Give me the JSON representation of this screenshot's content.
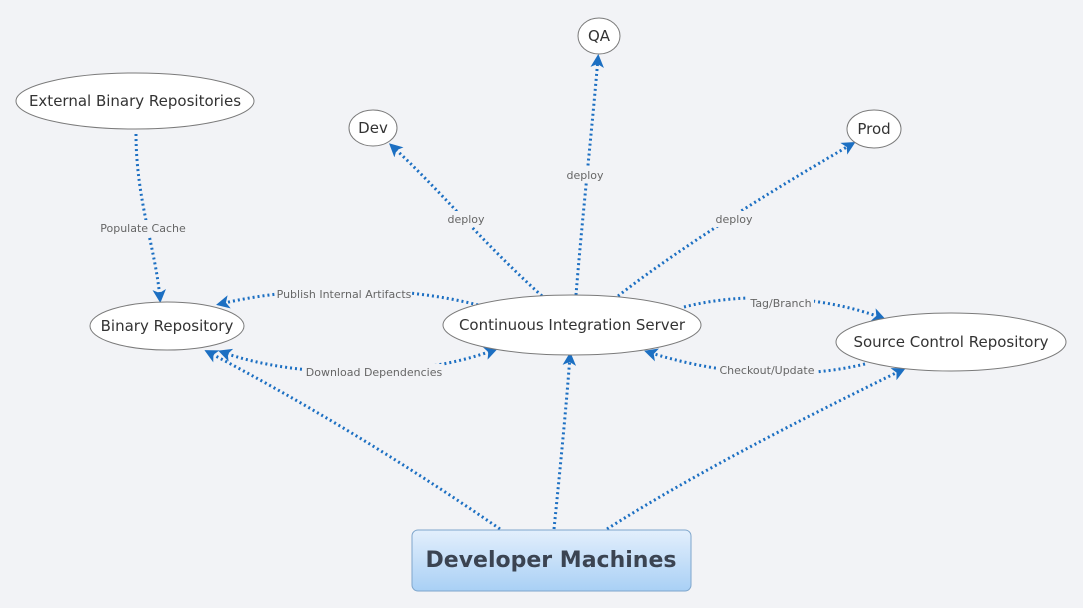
{
  "nodes": {
    "external_binary_repositories": "External Binary Repositories",
    "binary_repository": "Binary Repository",
    "dev": "Dev",
    "qa": "QA",
    "prod": "Prod",
    "continuous_integration_server": "Continuous Integration Server",
    "source_control_repository": "Source Control Repository",
    "developer_machines": "Developer Machines"
  },
  "edges": {
    "populate_cache": "Populate Cache",
    "deploy_dev": "deploy",
    "deploy_qa": "deploy",
    "deploy_prod": "deploy",
    "publish_internal_artifacts": "Publish Internal Artifacts",
    "download_dependencies": "Download Dependencies",
    "tag_branch": "Tag/Branch",
    "checkout_update": "Checkout/Update"
  },
  "colors": {
    "connector": "#1c6fc2",
    "background": "#f2f3f6",
    "root_gradient_top": "#e3effc",
    "root_gradient_bottom": "#a9d0f5"
  }
}
